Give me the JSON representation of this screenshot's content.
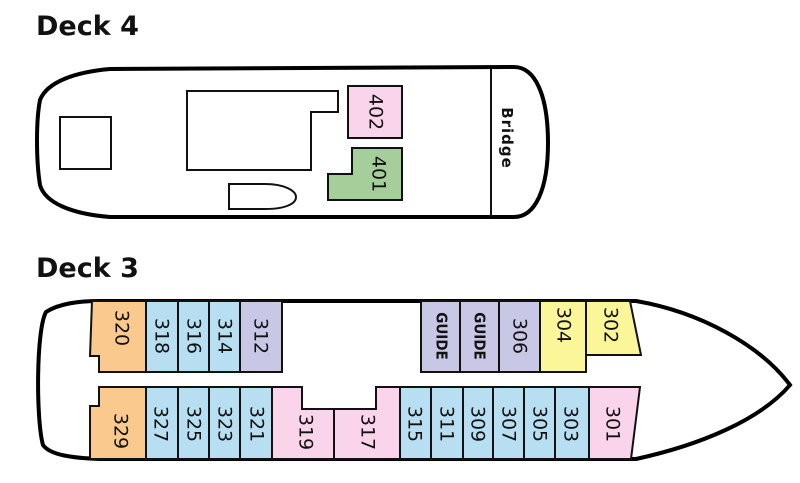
{
  "colors": {
    "orange": "#f9c98e",
    "blue": "#b7def1",
    "lavender": "#c8c8e6",
    "yellow": "#fbf69a",
    "pink": "#f9d4ea",
    "green": "#a5ce9a"
  },
  "deck4": {
    "title": "Deck 4",
    "bridge_label": "Bridge",
    "cabins": [
      {
        "label": "402",
        "color": "pink"
      },
      {
        "label": "401",
        "color": "green"
      }
    ]
  },
  "deck3": {
    "title": "Deck 3",
    "top_row": [
      {
        "label": "320",
        "color": "orange"
      },
      {
        "label": "318",
        "color": "blue"
      },
      {
        "label": "316",
        "color": "blue"
      },
      {
        "label": "314",
        "color": "blue"
      },
      {
        "label": "312",
        "color": "lavender"
      },
      {
        "label": "GUIDE",
        "color": "lavender"
      },
      {
        "label": "GUIDE",
        "color": "lavender"
      },
      {
        "label": "306",
        "color": "lavender"
      },
      {
        "label": "304",
        "color": "yellow"
      },
      {
        "label": "302",
        "color": "yellow"
      }
    ],
    "bottom_row": [
      {
        "label": "329",
        "color": "orange"
      },
      {
        "label": "327",
        "color": "blue"
      },
      {
        "label": "325",
        "color": "blue"
      },
      {
        "label": "323",
        "color": "blue"
      },
      {
        "label": "321",
        "color": "blue"
      },
      {
        "label": "319",
        "color": "pink"
      },
      {
        "label": "317",
        "color": "pink"
      },
      {
        "label": "315",
        "color": "blue"
      },
      {
        "label": "311",
        "color": "blue"
      },
      {
        "label": "309",
        "color": "blue"
      },
      {
        "label": "307",
        "color": "blue"
      },
      {
        "label": "305",
        "color": "blue"
      },
      {
        "label": "303",
        "color": "blue"
      },
      {
        "label": "301",
        "color": "pink"
      }
    ]
  }
}
